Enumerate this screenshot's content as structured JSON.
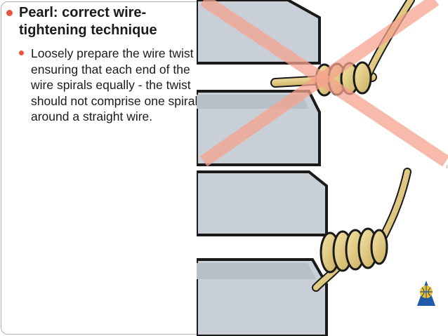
{
  "slide": {
    "heading": "Pearl: correct wire-tightening technique",
    "body": "Loosely prepare the wire twist ensuring that each end of the wire spirals equally - the twist should not comprise one spiral around a straight wire."
  },
  "colors": {
    "bullet": "#e8543f",
    "cross": "#f6a38f",
    "panel": "#c9cfd6",
    "wire": "#e3cf8b"
  },
  "icons": {
    "illustration": "wire-twist-illustration",
    "logo": "globe-logo-icon"
  }
}
